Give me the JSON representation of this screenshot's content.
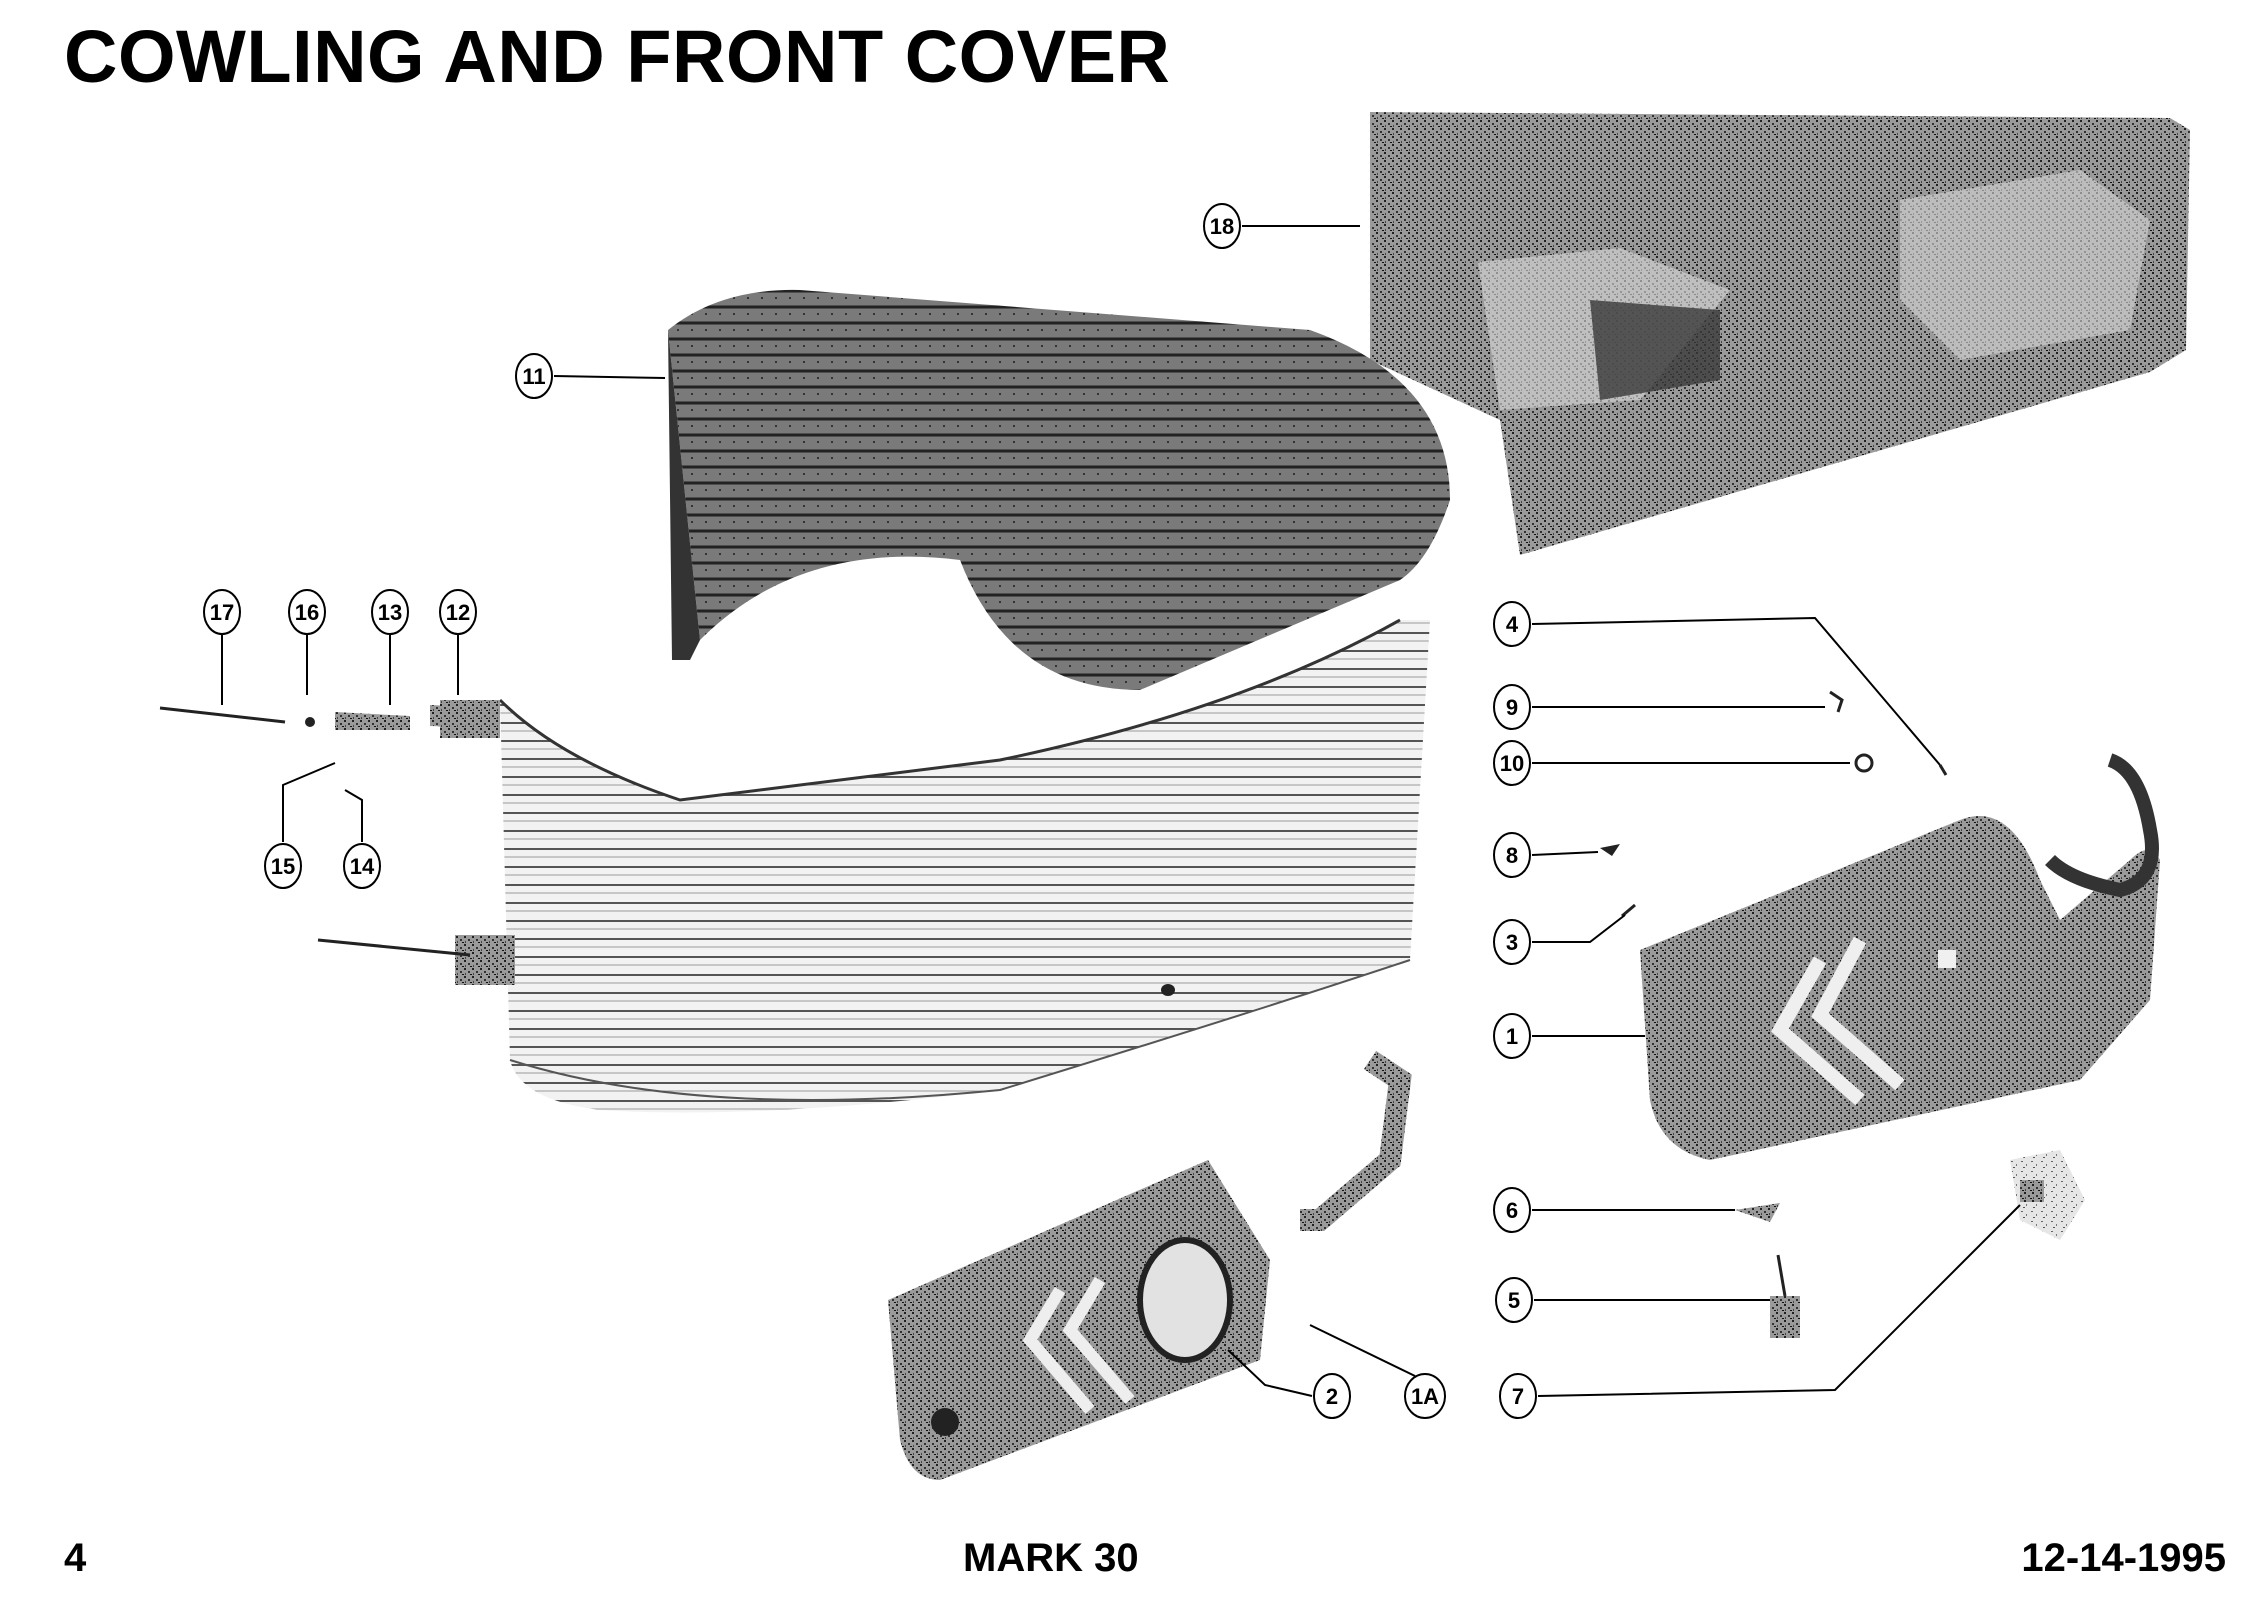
{
  "header": {
    "title": "COWLING AND FRONT COVER"
  },
  "footer": {
    "page_number": "4",
    "model": "MARK 30",
    "date": "12-14-1995"
  },
  "callouts": [
    "18",
    "11",
    "17",
    "16",
    "13",
    "12",
    "15",
    "14",
    "4",
    "9",
    "10",
    "8",
    "3",
    "1",
    "6",
    "5",
    "7",
    "2",
    "1A"
  ]
}
